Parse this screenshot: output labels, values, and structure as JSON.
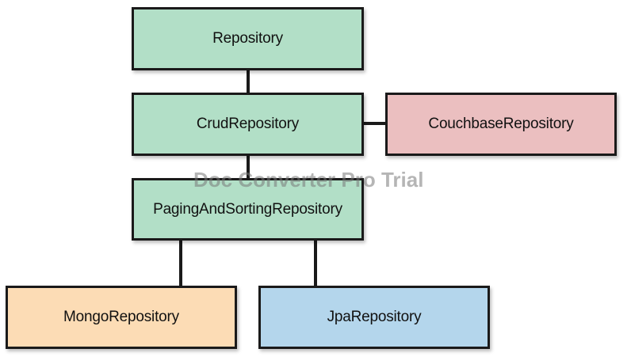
{
  "nodes": {
    "repository": {
      "label": "Repository",
      "color": "#b2dfc7"
    },
    "crud_repository": {
      "label": "CrudRepository",
      "color": "#b2dfc7"
    },
    "couchbase_repository": {
      "label": "CouchbaseRepository",
      "color": "#ebbfc0"
    },
    "paging_and_sorting_repository": {
      "label": "PagingAndSortingRepository",
      "color": "#b2dfc7"
    },
    "mongo_repository": {
      "label": "MongoRepository",
      "color": "#fcdcb5"
    },
    "jpa_repository": {
      "label": "JpaRepository",
      "color": "#b4d6ec"
    }
  },
  "watermark": {
    "text": "Doc Converter Pro Trial"
  }
}
